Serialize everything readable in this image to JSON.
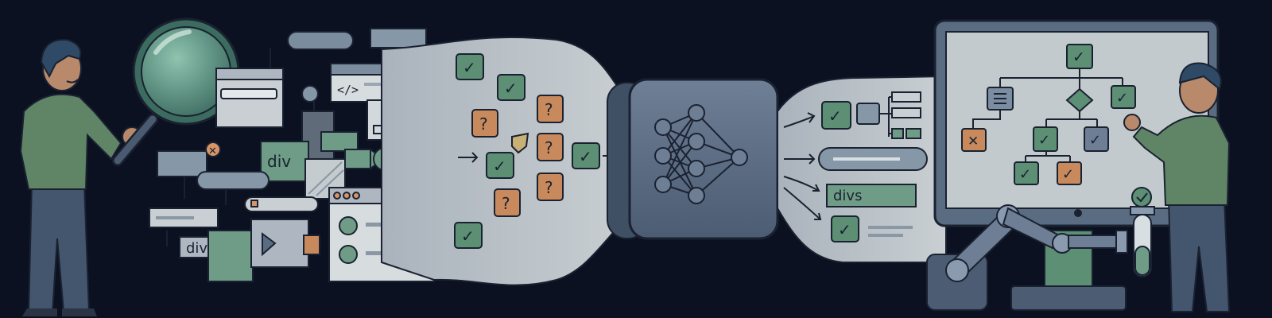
{
  "labels": {
    "div_tag": "div",
    "divs_tag_left": "divs",
    "divs_tag_right": "divs",
    "code_tag": "</>"
  },
  "glyphs": {
    "question": "?",
    "check": "✓",
    "cross": "✕"
  },
  "colors": {
    "background": "#0b1120",
    "outline": "#1a2231",
    "panel": "#cfd5d6",
    "green_accent": "#5c8f74",
    "orange_accent": "#c88a5c",
    "slate": "#5a6c82",
    "skin": "#b8896a",
    "hair": "#2f4a66"
  },
  "icons": [
    "magnifying-glass-icon",
    "neural-network-icon",
    "check-icon",
    "question-icon",
    "cross-icon",
    "play-icon",
    "code-icon",
    "list-icon",
    "diamond-decision-icon",
    "test-tube-icon",
    "robot-arm-icon",
    "monitor-icon"
  ]
}
